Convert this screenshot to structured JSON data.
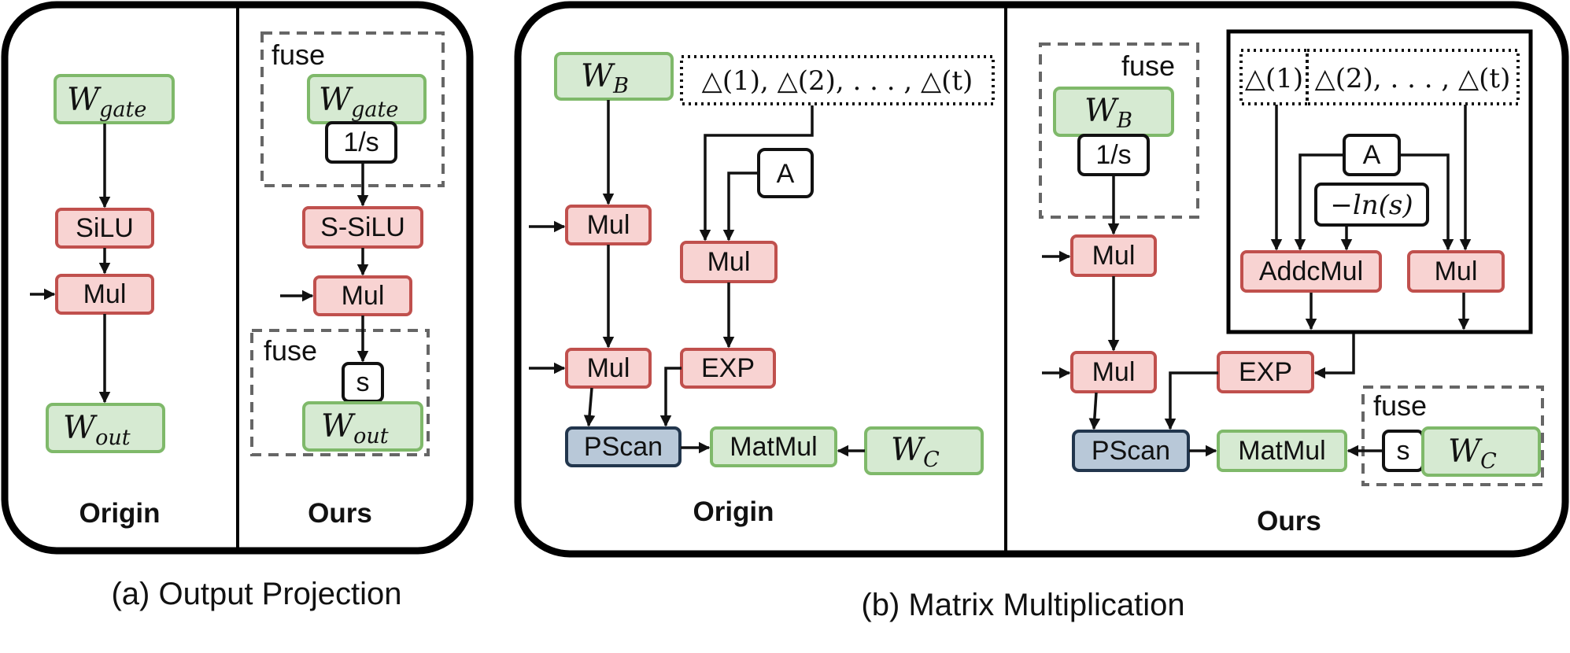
{
  "panel_a": {
    "caption": "(a) Output Projection",
    "origin": {
      "title": "Origin",
      "w_gate": {
        "base": "W",
        "sub": "gate"
      },
      "silu": "SiLU",
      "mul": "Mul",
      "w_out": {
        "base": "W",
        "sub": "out"
      }
    },
    "ours": {
      "title": "Ours",
      "fuse_top": "fuse",
      "w_gate": {
        "base": "W",
        "sub": "gate"
      },
      "inv_s": "1/s",
      "s_silu": "S-SiLU",
      "mul": "Mul",
      "fuse_bottom": "fuse",
      "s": "s",
      "w_out": {
        "base": "W",
        "sub": "out"
      }
    }
  },
  "panel_b": {
    "caption": "(b) Matrix Multiplication",
    "origin": {
      "title": "Origin",
      "w_b": {
        "base": "W",
        "sub": "B"
      },
      "deltas": "△(1), △(2), . . . , △(t)",
      "a": "A",
      "mul_left_1": "Mul",
      "mul_mid": "Mul",
      "mul_left_2": "Mul",
      "exp": "EXP",
      "pscan": "PScan",
      "matmul": "MatMul",
      "w_c": {
        "base": "W",
        "sub": "C"
      }
    },
    "ours": {
      "title": "Ours",
      "fuse_top": "fuse",
      "w_b": {
        "base": "W",
        "sub": "B"
      },
      "inv_s": "1/s",
      "delta_1": "△(1)",
      "delta_rest": "△(2), . . . , △(t)",
      "a": "A",
      "neg_ln_s": "−ln(s)",
      "addcmul": "AddcMul",
      "mul_right": "Mul",
      "mul_left_1": "Mul",
      "mul_left_2": "Mul",
      "exp": "EXP",
      "pscan": "PScan",
      "matmul": "MatMul",
      "fuse_bottom": "fuse",
      "s": "s",
      "w_c": {
        "base": "W",
        "sub": "C"
      }
    }
  },
  "colors": {
    "op_fill": "#f8d3d2",
    "op_stroke": "#c0504d",
    "weight_fill": "#d6ead2",
    "weight_stroke": "#7fb96a",
    "scan_fill": "#b8c8d8",
    "scan_stroke": "#22364d"
  }
}
